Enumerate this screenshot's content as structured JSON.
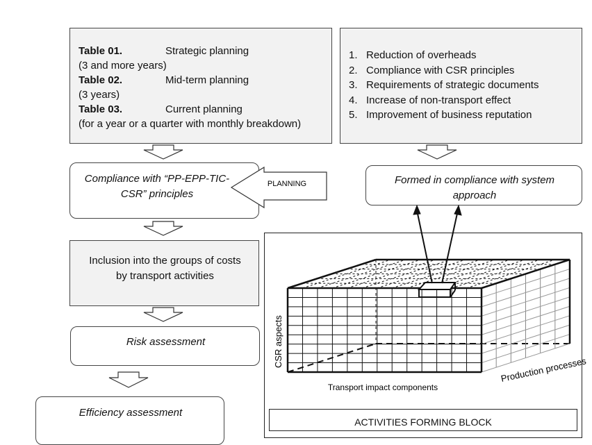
{
  "tables_box": {
    "lines": [
      {
        "label": "Table 01.",
        "text": "Strategic planning"
      },
      {
        "label": "",
        "text": "(3 and more years)"
      },
      {
        "label": "Table 02.",
        "text": "Mid-term planning"
      },
      {
        "label": "",
        "text": "(3 years)"
      },
      {
        "label": "Table 03.",
        "text": "Current planning"
      },
      {
        "label": "",
        "text": "(for a year or a quarter with monthly breakdown)"
      }
    ]
  },
  "goals_box": {
    "items": [
      {
        "num": "1.",
        "text": "Reduction of overheads"
      },
      {
        "num": "2.",
        "text": "Compliance with CSR principles"
      },
      {
        "num": "3.",
        "text": "Requirements of strategic documents"
      },
      {
        "num": "4.",
        "text": "Increase of non-transport effect"
      },
      {
        "num": "5.",
        "text": "Improvement of business reputation"
      }
    ]
  },
  "compliance_box": {
    "line1": "Compliance with “PP-EPP-TIC-",
    "line2": "CSR” principles"
  },
  "planning_arrow": {
    "label": "PLANNING"
  },
  "formed_box": {
    "line1": "Formed in compliance with system",
    "line2": "approach"
  },
  "inclusion_box": {
    "line1": "Inclusion into the groups of costs",
    "line2": "by transport activities"
  },
  "risk_box": {
    "label": "Risk assessment"
  },
  "efficiency_box": {
    "label": "Efficiency assessment"
  },
  "cube": {
    "csr_label": "CSR aspects",
    "transport_label": "Transport impact components",
    "production_label": "Production processes",
    "block_title": "ACTIVITIES FORMING BLOCK"
  }
}
